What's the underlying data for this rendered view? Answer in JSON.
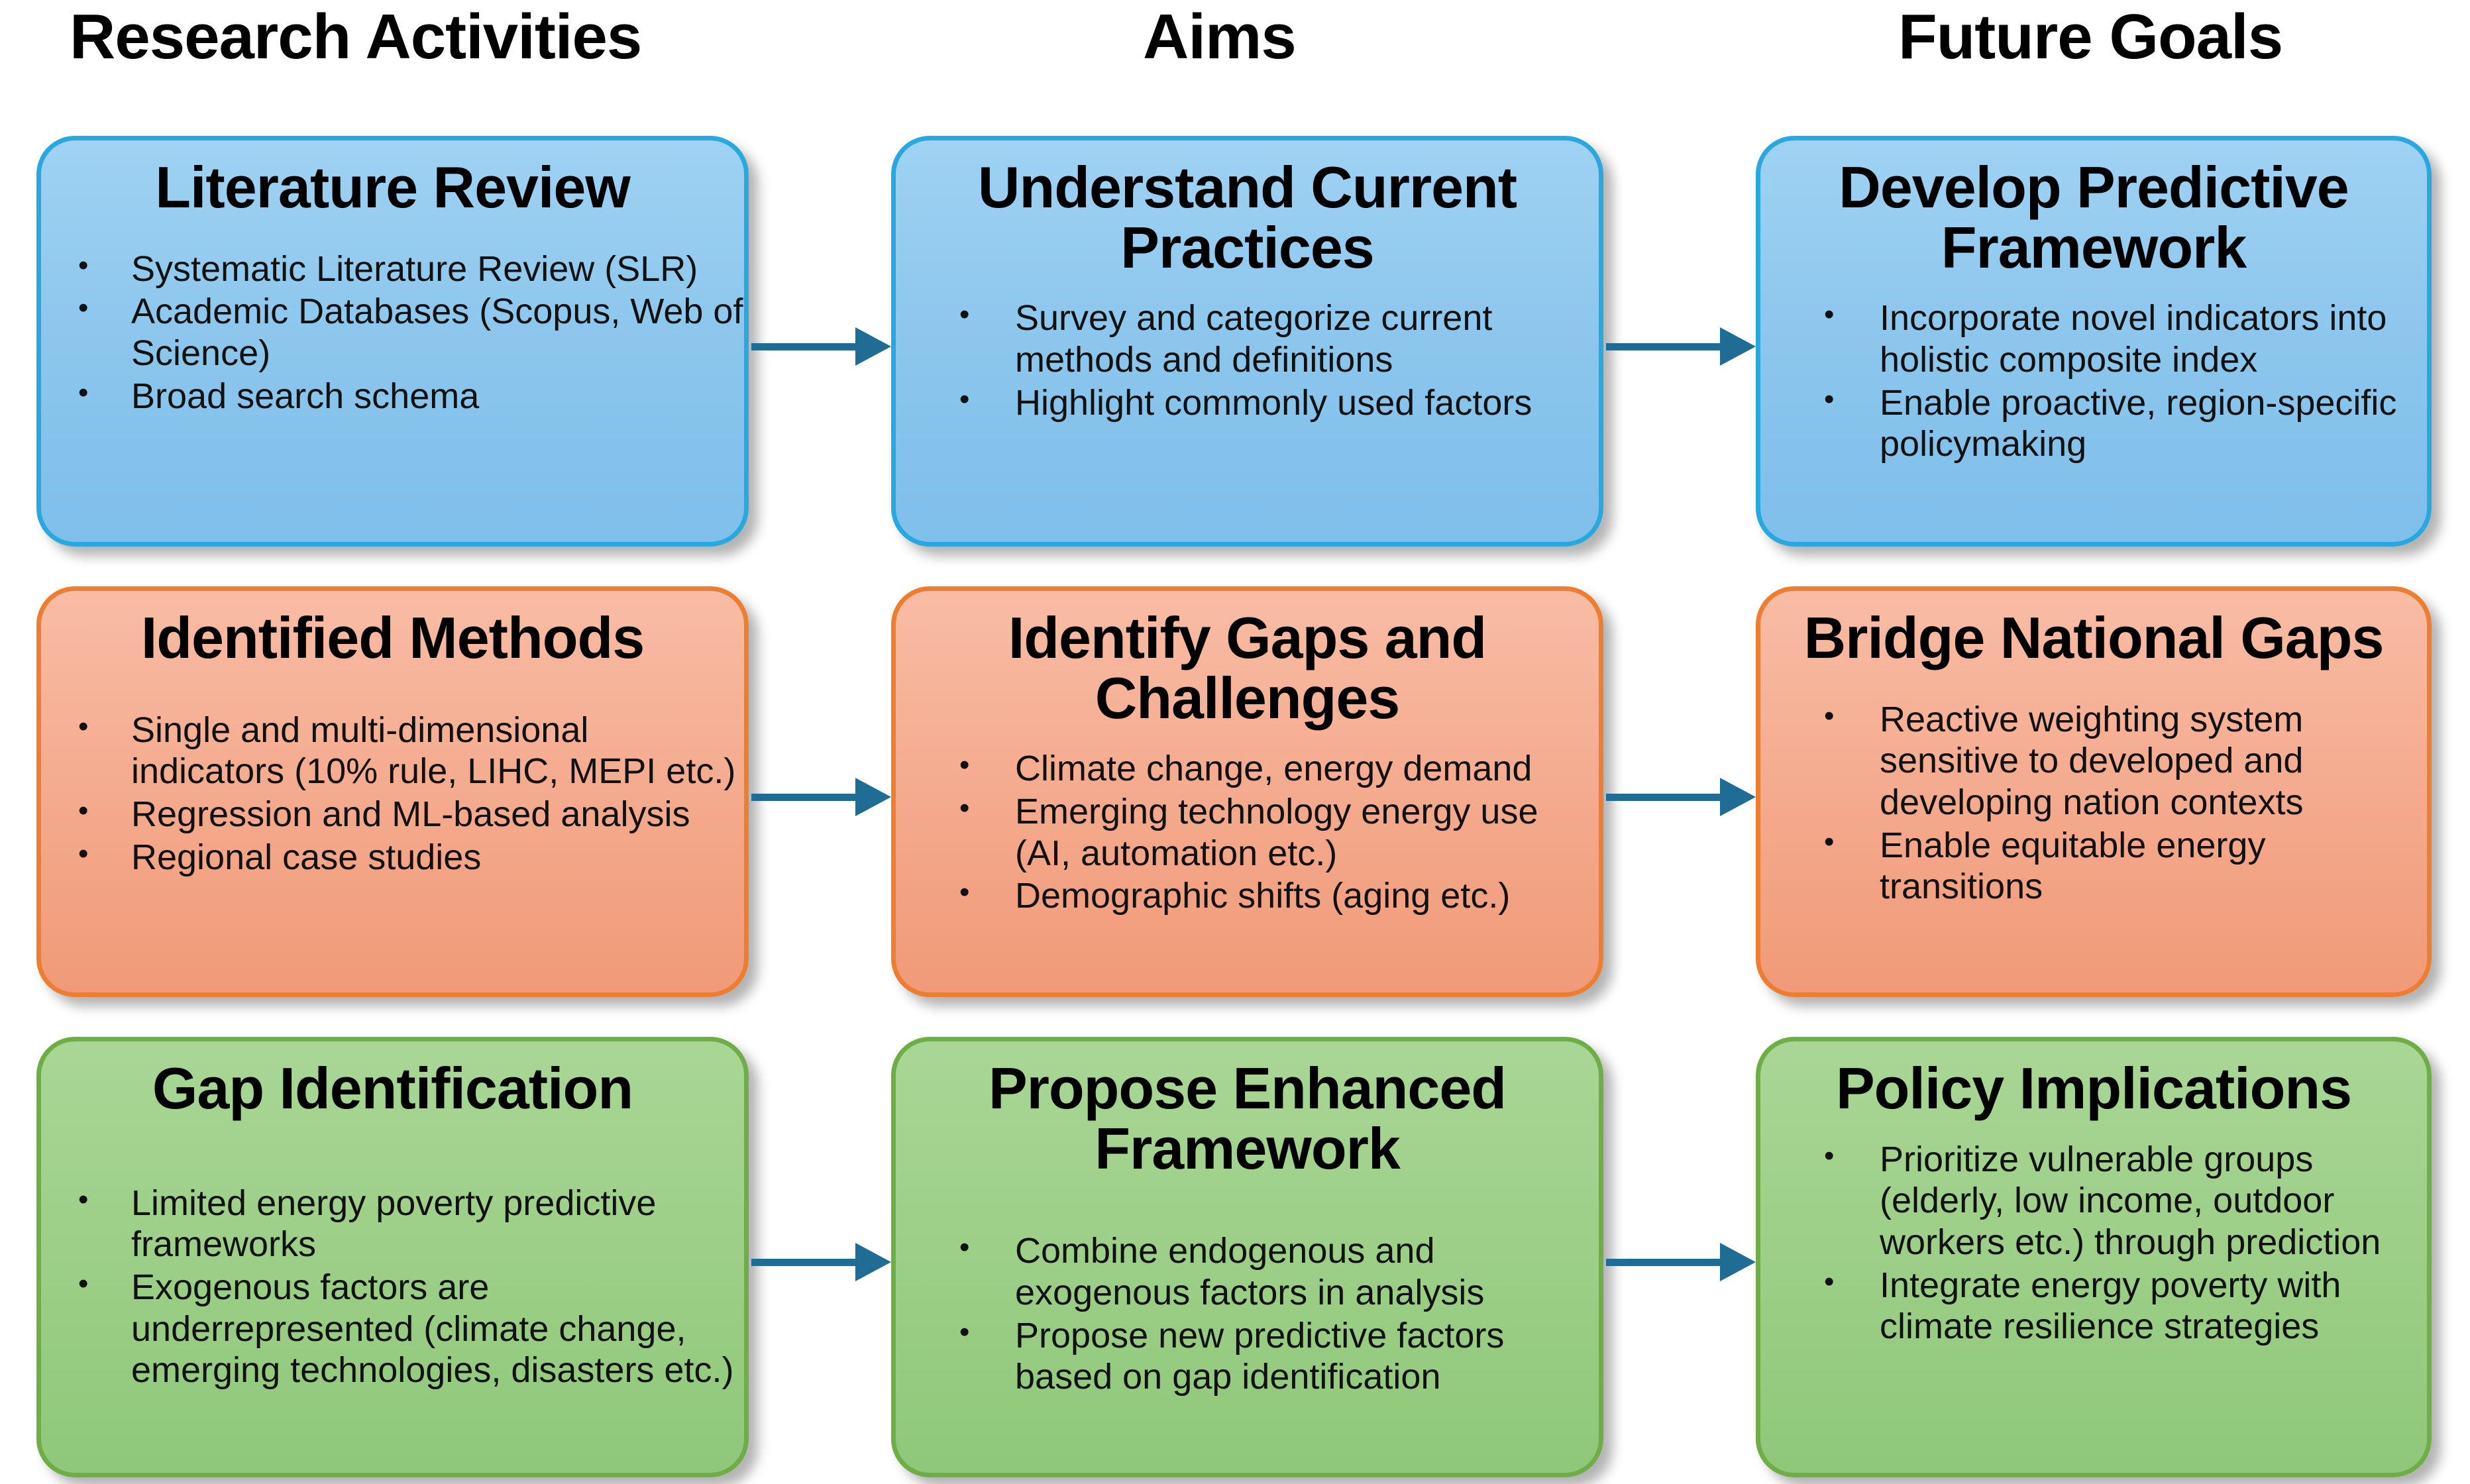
{
  "theme": {
    "blue_border": "#29A8E0",
    "blue_fill": "#8AC5EC",
    "orange_border": "#ED7D31",
    "orange_fill": "#F4A98C",
    "green_border": "#6FAD46",
    "green_fill": "#9BCE86",
    "arrow_color": "#1F6D95",
    "text_color": "#000000"
  },
  "columns": [
    {
      "header": "Research Activities"
    },
    {
      "header": "Aims"
    },
    {
      "header": "Future Goals"
    }
  ],
  "rows": [
    {
      "color": "blue",
      "boxes": [
        {
          "title": "Literature Review",
          "bullets": [
            "Systematic Literature Review (SLR)",
            "Academic Databases (Scopus, Web of Science)",
            "Broad search schema"
          ]
        },
        {
          "title": "Understand Current Practices",
          "bullets": [
            "Survey and categorize current methods and definitions",
            "Highlight commonly used factors"
          ]
        },
        {
          "title": "Develop Predictive Framework",
          "bullets": [
            "Incorporate novel indicators into holistic composite index",
            "Enable proactive, region-specific policymaking"
          ]
        }
      ]
    },
    {
      "color": "orange",
      "boxes": [
        {
          "title": "Identified Methods",
          "bullets": [
            "Single and multi-dimensional indicators (10% rule, LIHC, MEPI etc.)",
            "Regression and ML-based analysis",
            "Regional case studies"
          ]
        },
        {
          "title": "Identify Gaps and Challenges",
          "bullets": [
            "Climate change, energy demand",
            "Emerging technology energy use (AI, automation etc.)",
            "Demographic shifts (aging etc.)"
          ]
        },
        {
          "title": "Bridge National Gaps",
          "bullets": [
            "Reactive weighting system sensitive to developed and developing nation contexts",
            "Enable equitable energy transitions"
          ]
        }
      ]
    },
    {
      "color": "green",
      "boxes": [
        {
          "title": "Gap Identification",
          "bullets": [
            "Limited energy poverty predictive frameworks",
            "Exogenous factors are underrepresented (climate change, emerging technologies, disasters etc.)"
          ]
        },
        {
          "title": "Propose Enhanced Framework",
          "bullets": [
            "Combine endogenous and exogenous factors in analysis",
            "Propose new predictive factors based on gap identification"
          ]
        },
        {
          "title": "Policy Implications",
          "bullets": [
            "Prioritize vulnerable groups (elderly, low income, outdoor workers etc.) through prediction",
            "Integrate energy poverty with climate resilience strategies"
          ]
        }
      ]
    }
  ],
  "arrows": [
    {
      "name": "arrow-literature-to-understand",
      "from": "Literature Review",
      "to": "Understand Current Practices"
    },
    {
      "name": "arrow-understand-to-develop",
      "from": "Understand Current Practices",
      "to": "Develop Predictive Framework"
    },
    {
      "name": "arrow-methods-to-gaps",
      "from": "Identified Methods",
      "to": "Identify Gaps and Challenges"
    },
    {
      "name": "arrow-gaps-to-bridge",
      "from": "Identify Gaps and Challenges",
      "to": "Bridge National Gaps"
    },
    {
      "name": "arrow-gapid-to-propose",
      "from": "Gap Identification",
      "to": "Propose Enhanced Framework"
    },
    {
      "name": "arrow-propose-to-policy",
      "from": "Propose Enhanced Framework",
      "to": "Policy Implications"
    }
  ]
}
